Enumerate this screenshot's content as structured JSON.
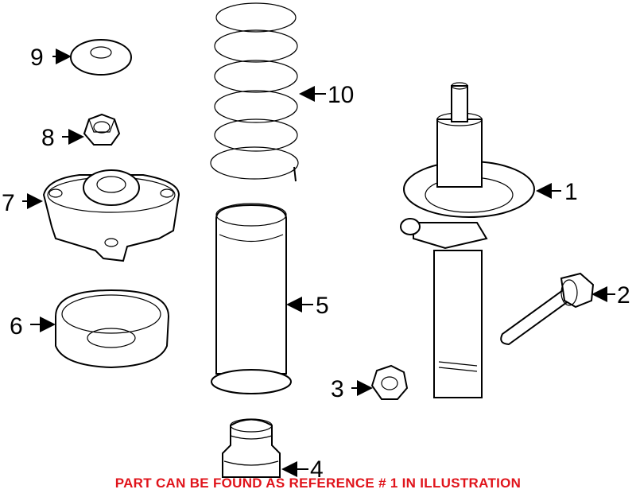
{
  "callouts": [
    "1",
    "2",
    "3",
    "4",
    "5",
    "6",
    "7",
    "8",
    "9",
    "10"
  ],
  "notice": {
    "text": "PART CAN BE FOUND AS REFERENCE # 1 IN ILLUSTRATION",
    "color": "#e0141b"
  }
}
